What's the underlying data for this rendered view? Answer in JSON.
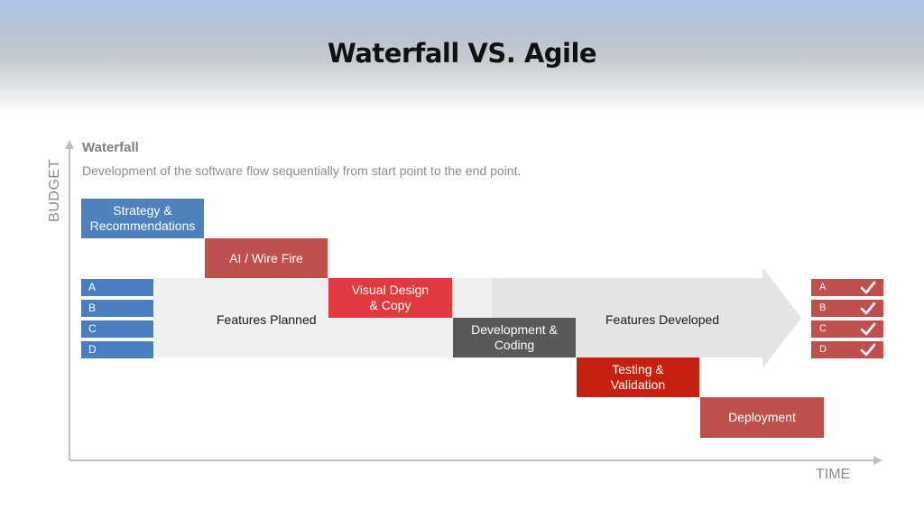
{
  "slide": {
    "title": "Waterfall VS. Agile"
  },
  "axes": {
    "y_label": "BUDGET",
    "x_label": "TIME"
  },
  "waterfall": {
    "heading": "Waterfall",
    "description": "Development of the software flow sequentially from start point to the end point.",
    "stages": [
      {
        "label": "Strategy &\nRecommendations",
        "color": "#4f81bd"
      },
      {
        "label": "AI / Wire Fire",
        "color": "#c0504d"
      },
      {
        "label": "Visual Design\n& Copy",
        "color": "#e03a3e"
      },
      {
        "label": "Development &\nCoding",
        "color": "#595959"
      },
      {
        "label": "Testing &\nValidation",
        "color": "#c8200e"
      },
      {
        "label": "Deployment",
        "color": "#c0504d"
      }
    ],
    "features_planned": {
      "label": "Features Planned",
      "items": [
        "A",
        "B",
        "C",
        "D"
      ]
    },
    "features_developed": {
      "label": "Features Developed",
      "items": [
        "A",
        "B",
        "C",
        "D"
      ]
    }
  },
  "icons": {
    "checkmark": "check-icon",
    "axis_arrow": "axis-arrow"
  },
  "colors": {
    "planned_blue": "#4a7ec0",
    "done_red": "#c0504d",
    "band_gray": "#f0f0f0",
    "arrow_gray": "#e4e4e4",
    "axis_gray": "#bfbfbf"
  }
}
